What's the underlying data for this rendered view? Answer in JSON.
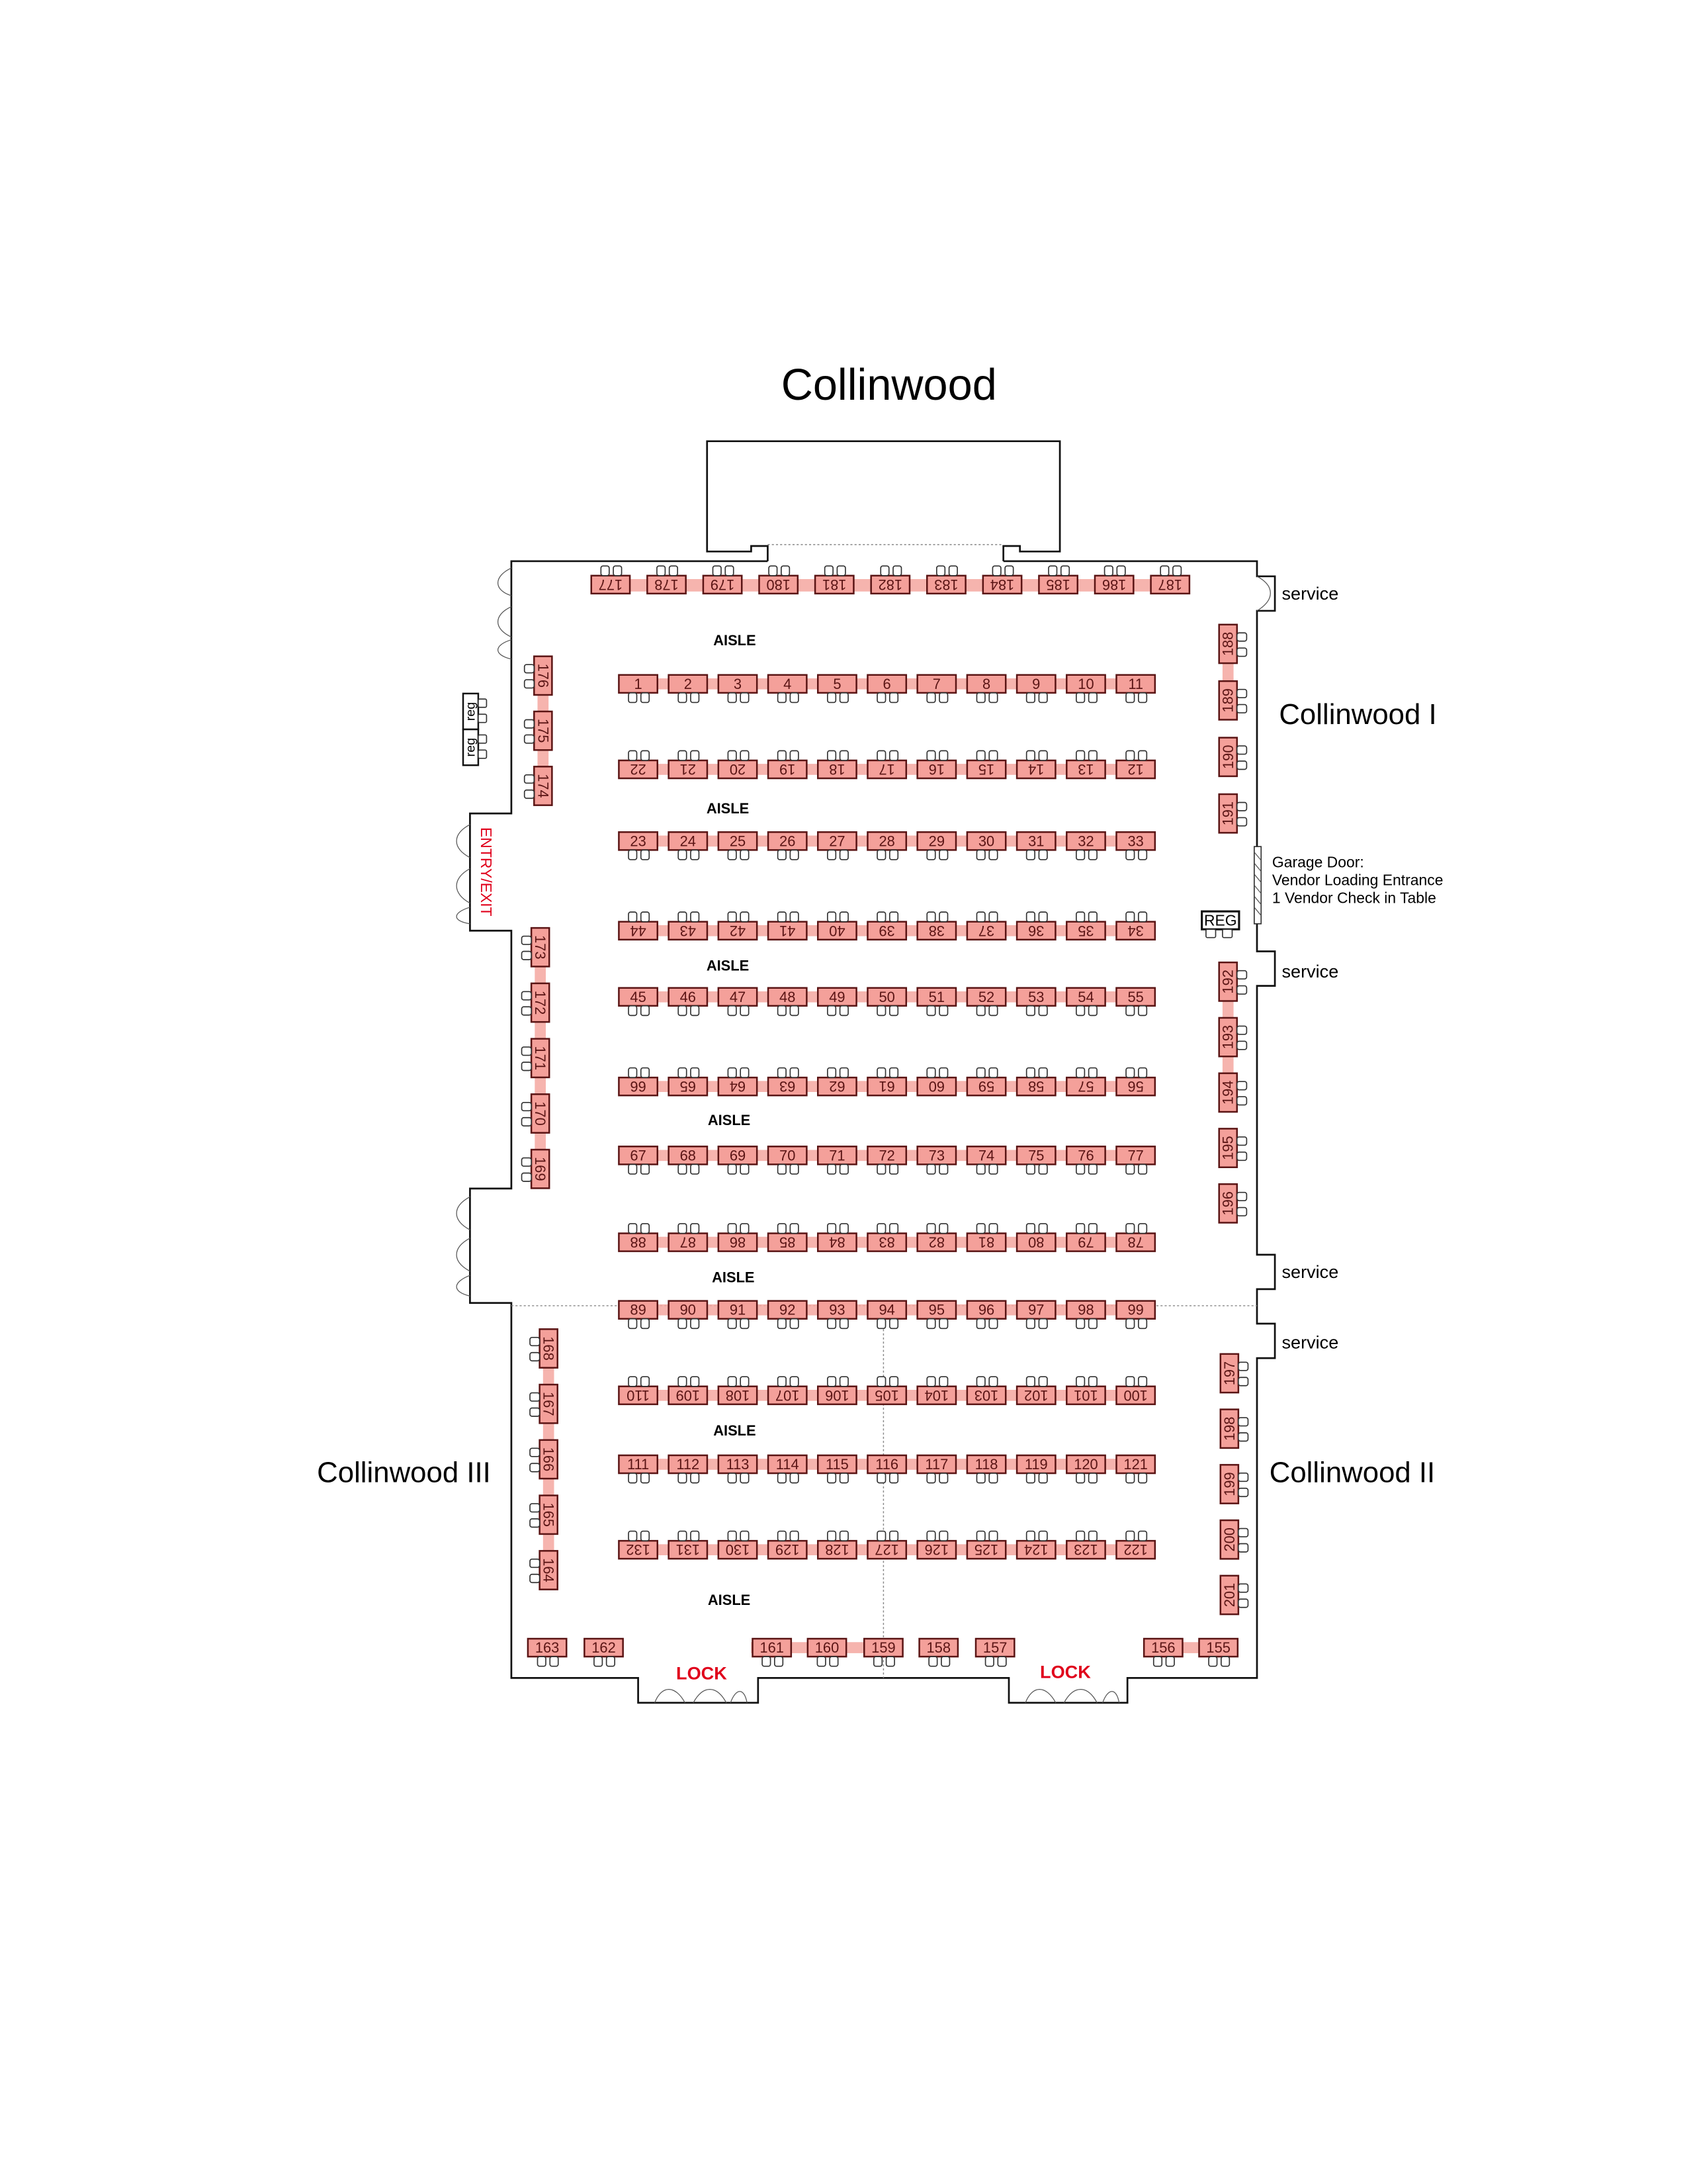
{
  "title": "Collinwood",
  "rooms": {
    "one": "Collinwood I",
    "two": "Collinwood II",
    "three": "Collinwood III"
  },
  "labels": {
    "aisle": "AISLE",
    "service": "service",
    "lock": "LOCK",
    "entry_exit": "ENTRY/EXIT",
    "reg_small": "reg",
    "reg_big": "REG",
    "garage": [
      "Garage Door:",
      "Vendor Loading Entrance",
      "1 Vendor Check in Table"
    ]
  },
  "colors": {
    "table_fill": "#f4a09a",
    "table_stroke": "#5a1414",
    "accent_red": "#e0001b"
  },
  "tables": {
    "top_row": [
      "177",
      "178",
      "179",
      "180",
      "181",
      "182",
      "183",
      "184",
      "185",
      "186",
      "187"
    ],
    "rows": [
      [
        "1",
        "2",
        "3",
        "4",
        "5",
        "6",
        "7",
        "8",
        "9",
        "10",
        "11"
      ],
      [
        "22",
        "21",
        "20",
        "19",
        "18",
        "17",
        "16",
        "15",
        "14",
        "13",
        "12"
      ],
      [
        "23",
        "24",
        "25",
        "26",
        "27",
        "28",
        "29",
        "30",
        "31",
        "32",
        "33"
      ],
      [
        "44",
        "43",
        "42",
        "41",
        "40",
        "39",
        "38",
        "37",
        "36",
        "35",
        "34"
      ],
      [
        "45",
        "46",
        "47",
        "48",
        "49",
        "50",
        "51",
        "52",
        "53",
        "54",
        "55"
      ],
      [
        "66",
        "65",
        "64",
        "63",
        "62",
        "61",
        "60",
        "59",
        "58",
        "57",
        "56"
      ],
      [
        "67",
        "68",
        "69",
        "70",
        "71",
        "72",
        "73",
        "74",
        "75",
        "76",
        "77"
      ],
      [
        "88",
        "87",
        "86",
        "85",
        "84",
        "83",
        "82",
        "81",
        "80",
        "79",
        "78"
      ],
      [
        "89",
        "90",
        "91",
        "92",
        "93",
        "94",
        "95",
        "96",
        "97",
        "98",
        "99"
      ],
      [
        "110",
        "109",
        "108",
        "107",
        "106",
        "105",
        "104",
        "103",
        "102",
        "101",
        "100"
      ],
      [
        "111",
        "112",
        "113",
        "114",
        "115",
        "116",
        "117",
        "118",
        "119",
        "120",
        "121"
      ],
      [
        "132",
        "131",
        "130",
        "129",
        "128",
        "127",
        "126",
        "125",
        "124",
        "123",
        "122"
      ]
    ],
    "bottom_row": [
      "163",
      "162",
      "161",
      "160",
      "159",
      "158",
      "157",
      "156",
      "155"
    ],
    "left_column_a": [
      "176",
      "175",
      "174"
    ],
    "left_column_b": [
      "173",
      "172",
      "171",
      "170",
      "169"
    ],
    "left_column_c": [
      "168",
      "167",
      "166",
      "165",
      "164"
    ],
    "right_column_a": [
      "188",
      "189",
      "190",
      "191"
    ],
    "right_column_b": [
      "192",
      "193",
      "194",
      "195",
      "196"
    ],
    "right_column_c": [
      "197",
      "198",
      "199",
      "200",
      "201"
    ]
  }
}
